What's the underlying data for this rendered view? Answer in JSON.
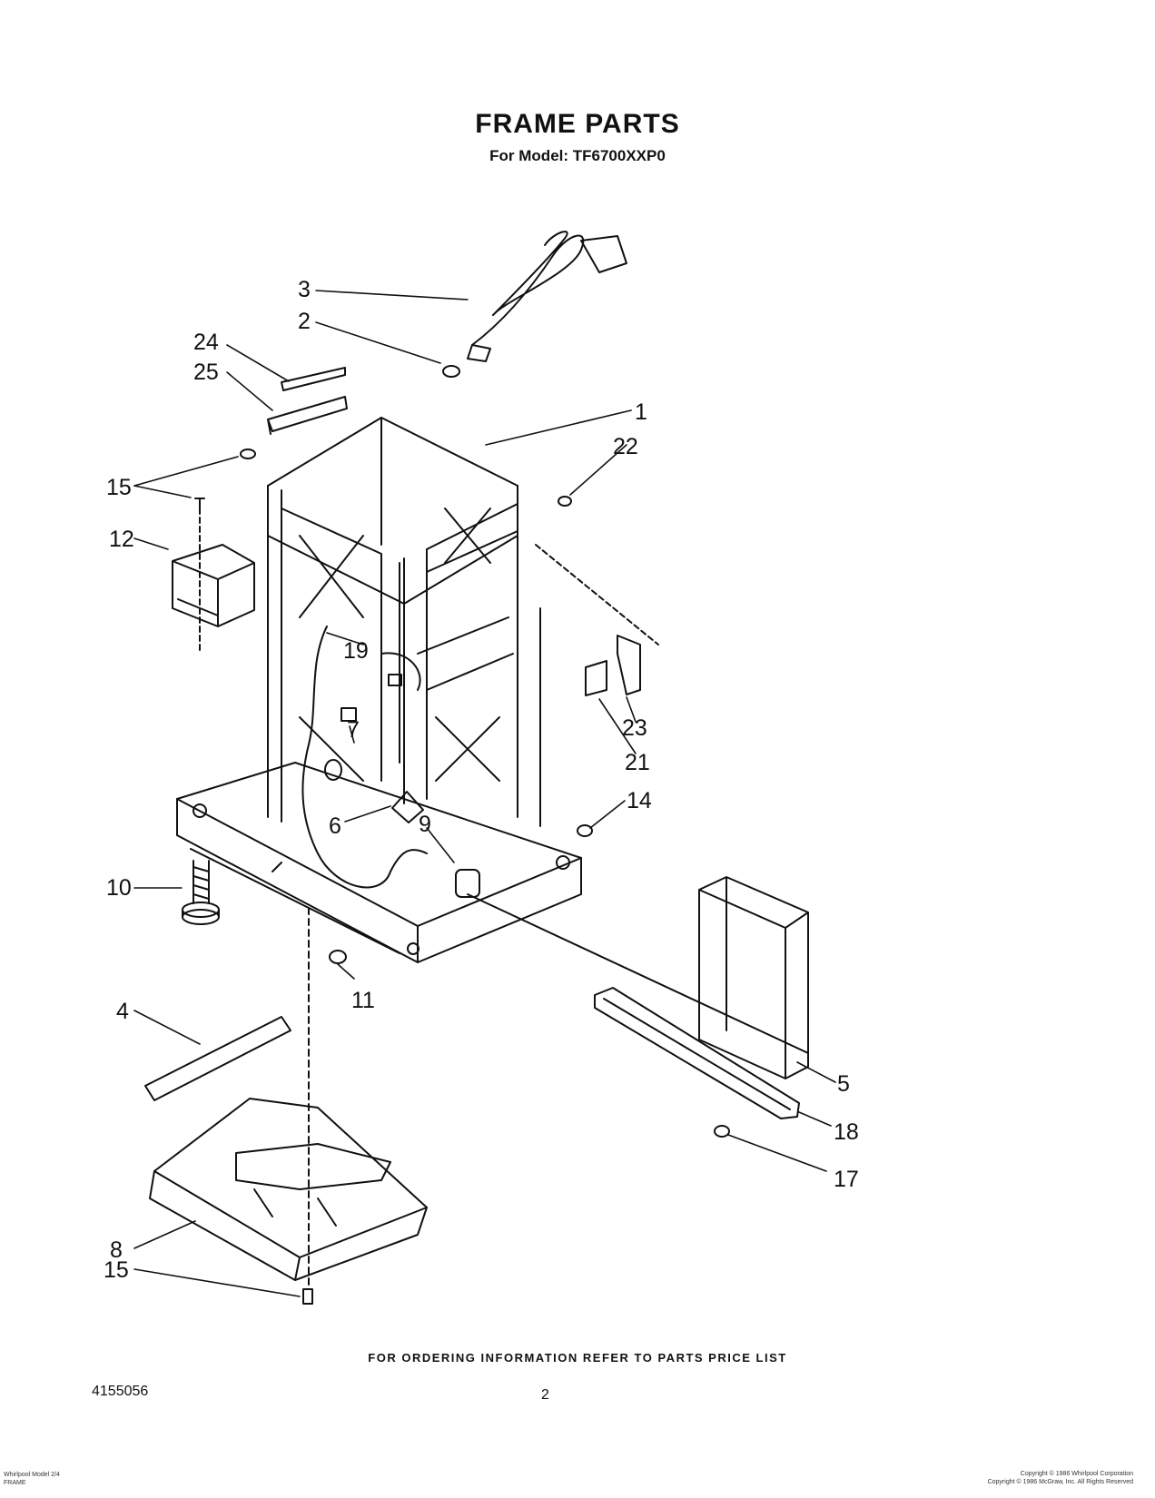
{
  "title": "FRAME PARTS",
  "subtitle": "For Model: TF6700XXP0",
  "callouts": [
    "1",
    "2",
    "3",
    "4",
    "5",
    "6",
    "7",
    "8",
    "9",
    "10",
    "11",
    "12",
    "14",
    "15",
    "15",
    "17",
    "18",
    "19",
    "21",
    "22",
    "23",
    "24",
    "25"
  ],
  "footer_note": "FOR ORDERING INFORMATION REFER TO PARTS PRICE LIST",
  "document_number": "4155056",
  "page_number": "2",
  "corner_left": [
    "Whirlpool Model 2/4",
    "FRAME"
  ],
  "corner_right": [
    "Copyright © 1986 Whirlpool Corporation",
    "Copyright © 1986 McGraw, Inc. All Rights Reserved"
  ]
}
